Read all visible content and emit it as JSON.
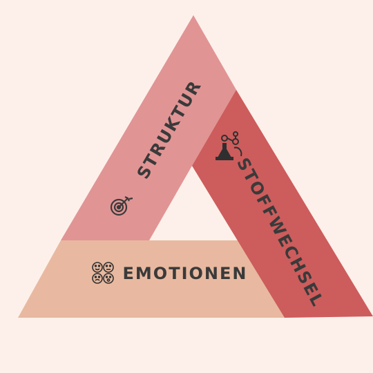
{
  "diagram": {
    "sides": [
      {
        "id": "struktur",
        "label": "STRUKTUR",
        "icon": "target-icon",
        "color": "#e19494"
      },
      {
        "id": "stoffwechsel",
        "label": "STOFFWECHSEL",
        "icon": "lab-flask-icon",
        "color": "#cd5c5c"
      },
      {
        "id": "emotionen",
        "label": "EMOTIONEN",
        "icon": "emotion-faces-icon",
        "color": "#e8b9a0"
      }
    ],
    "colors": {
      "background": "#fdf0ea",
      "text": "#3a3a3a"
    }
  }
}
